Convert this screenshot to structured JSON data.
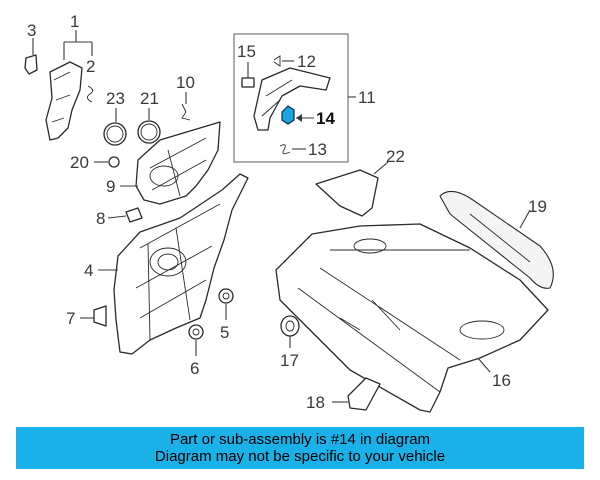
{
  "callouts": {
    "c1": "1",
    "c2": "2",
    "c3": "3",
    "c4": "4",
    "c5": "5",
    "c6": "6",
    "c7": "7",
    "c8": "8",
    "c9": "9",
    "c10": "10",
    "c11": "11",
    "c12": "12",
    "c13": "13",
    "c14": "14",
    "c15": "15",
    "c16": "16",
    "c17": "17",
    "c18": "18",
    "c19": "19",
    "c20": "20",
    "c21": "21",
    "c22": "22",
    "c23": "23"
  },
  "highlighted_part": "14",
  "colors": {
    "banner": "#1ab0e8",
    "highlight": "#1aa3e0"
  },
  "footer": {
    "line1": "Part or sub-assembly is #14 in diagram",
    "line2": "Diagram may not be specific to your vehicle"
  }
}
